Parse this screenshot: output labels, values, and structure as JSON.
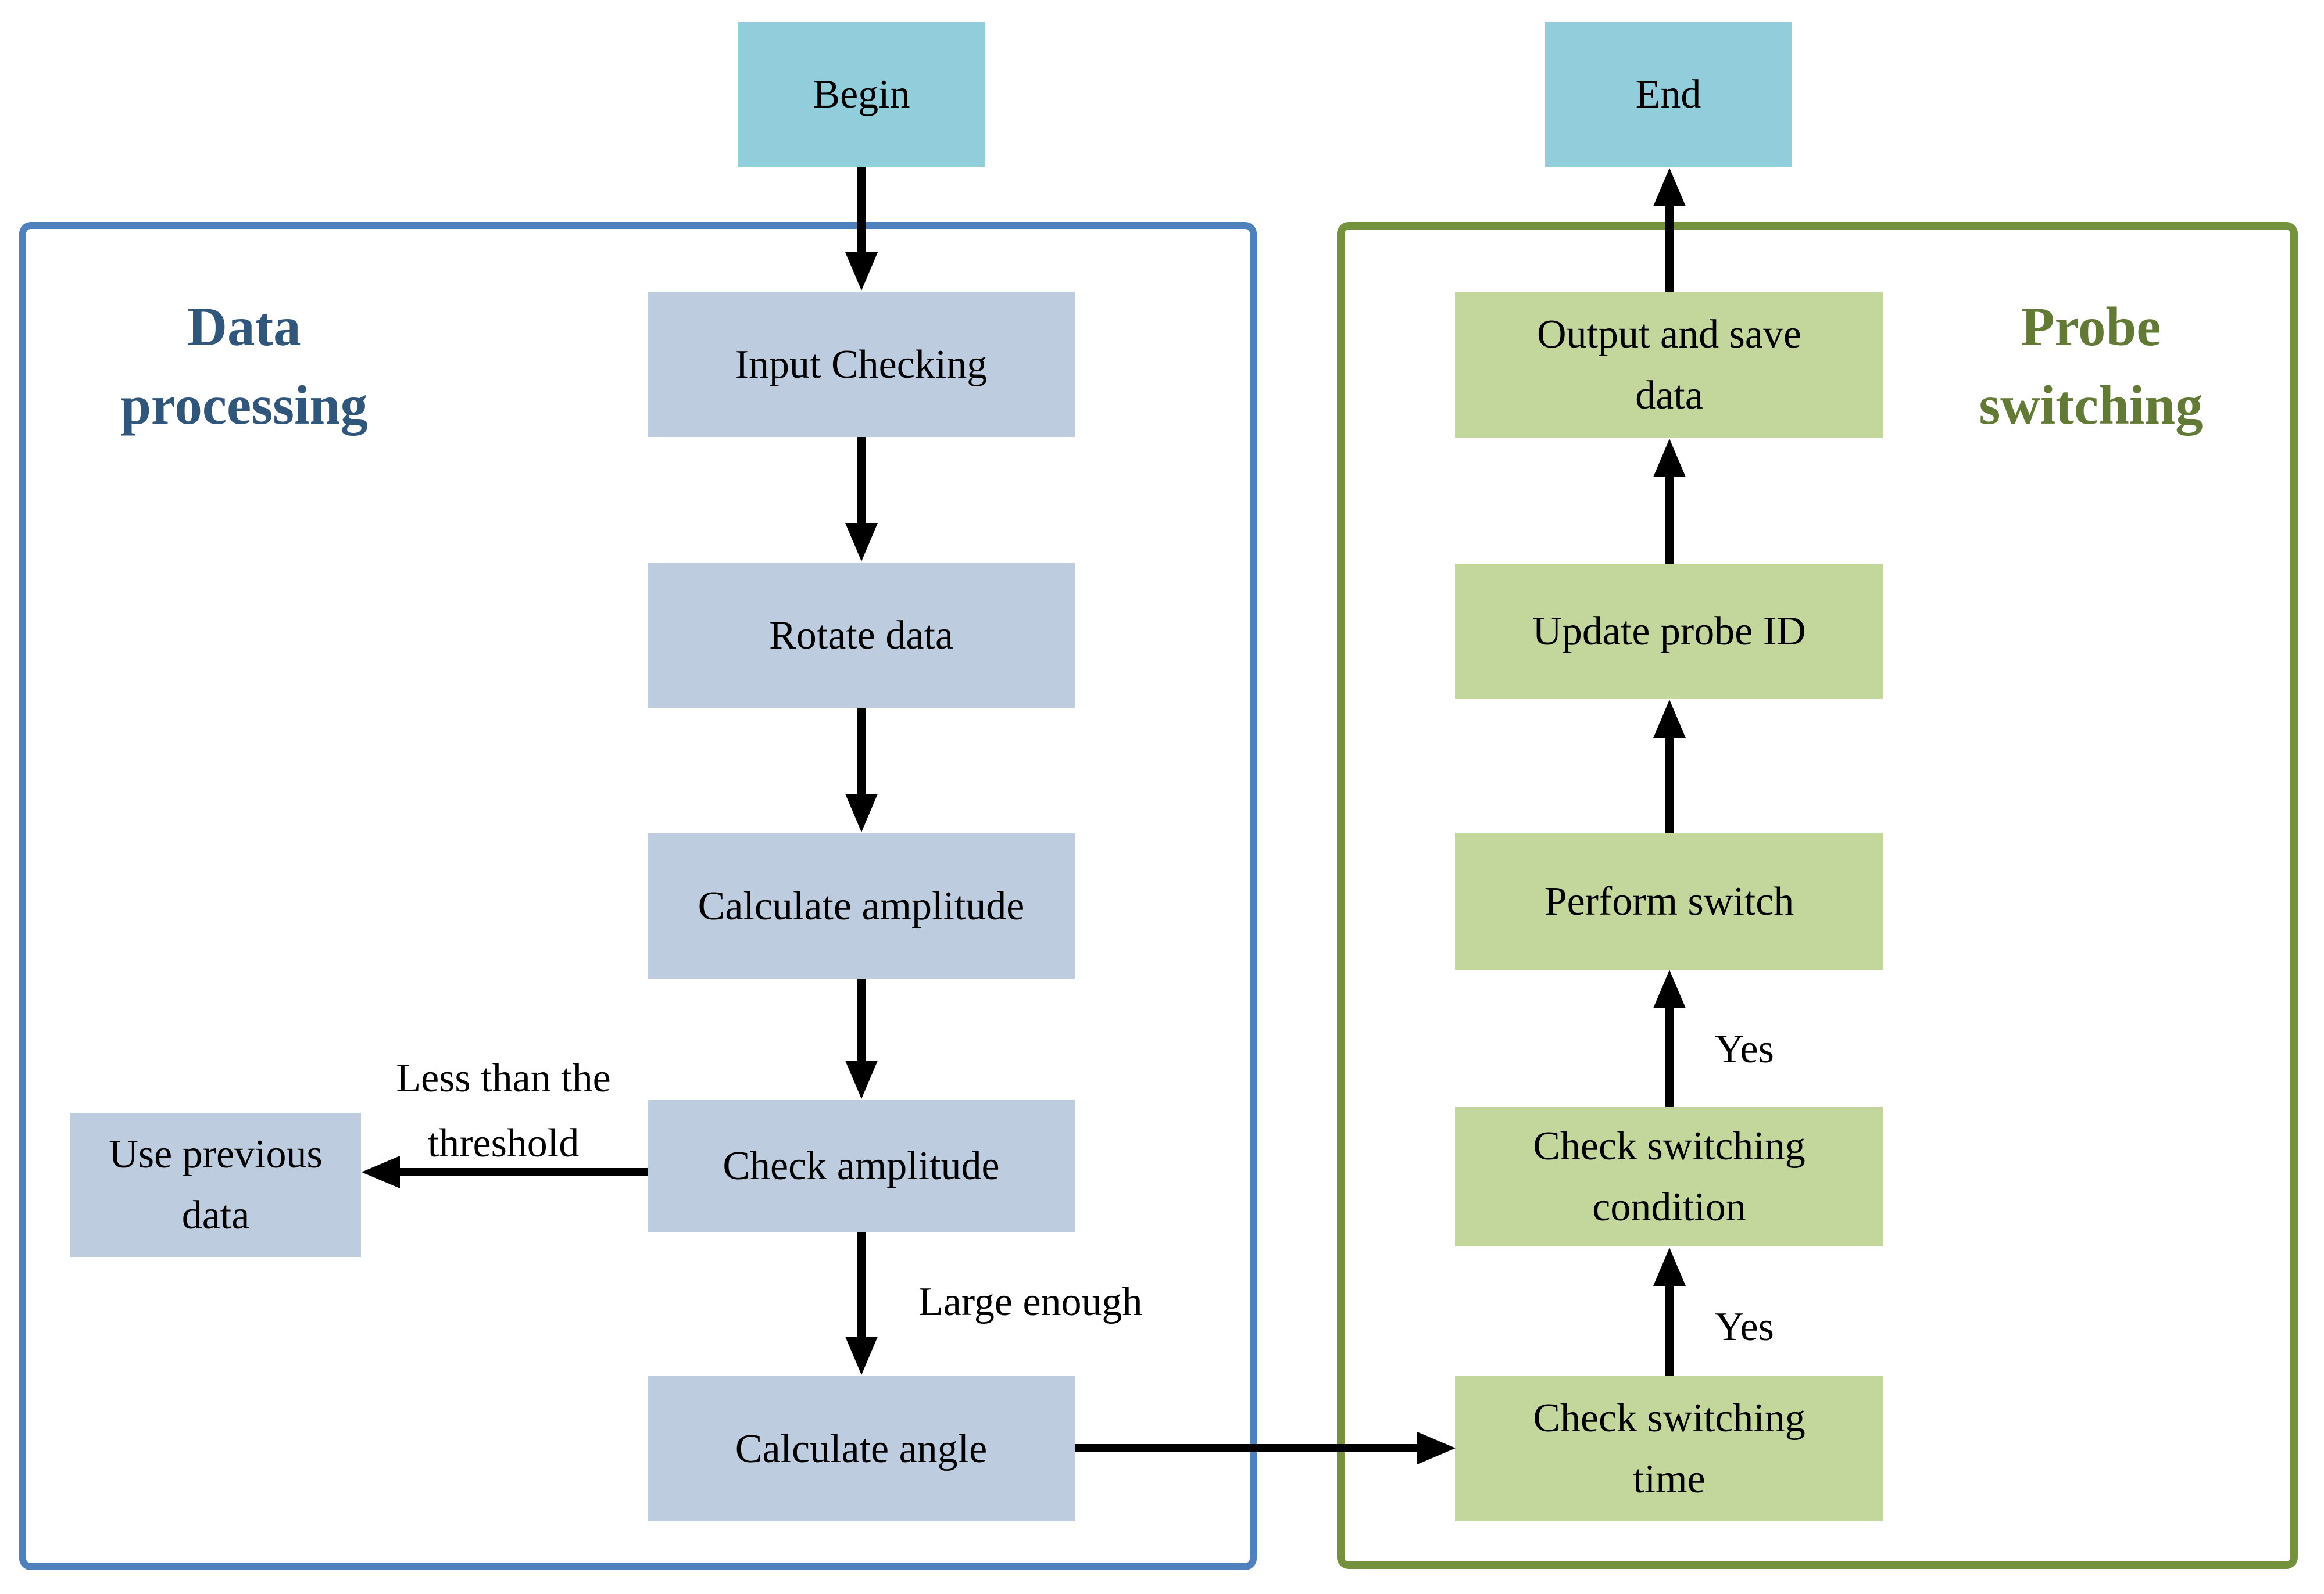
{
  "nodes": {
    "begin": "Begin",
    "end": "End",
    "input_checking": "Input Checking",
    "rotate_data": "Rotate data",
    "calculate_amplitude": "Calculate amplitude",
    "check_amplitude": "Check amplitude",
    "calculate_angle": "Calculate angle",
    "use_previous_1": "Use previous",
    "use_previous_2": "data",
    "output_save_1": "Output and save",
    "output_save_2": "data",
    "update_probe_id": "Update probe ID",
    "perform_switch": "Perform switch",
    "check_condition_1": "Check switching",
    "check_condition_2": "condition",
    "check_time_1": "Check switching",
    "check_time_2": "time"
  },
  "sections": {
    "data_processing": {
      "title_line1": "Data",
      "title_line2": "processing",
      "border_color": "#4F81BD",
      "title_color": "#31567C"
    },
    "probe_switching": {
      "title_line1": "Probe",
      "title_line2": "switching",
      "border_color": "#74923E",
      "title_color": "#627A35"
    }
  },
  "edge_labels": {
    "less_than_1": "Less than the",
    "less_than_2": "threshold",
    "large_enough": "Large enough",
    "yes_condition_to_switch": "Yes",
    "yes_time_to_condition": "Yes"
  },
  "colors": {
    "start_end_fill": "#92CDDC",
    "process_fill_blue": "#BDCCDF",
    "process_fill_green": "#C3D69B",
    "arrow": "#000000"
  }
}
